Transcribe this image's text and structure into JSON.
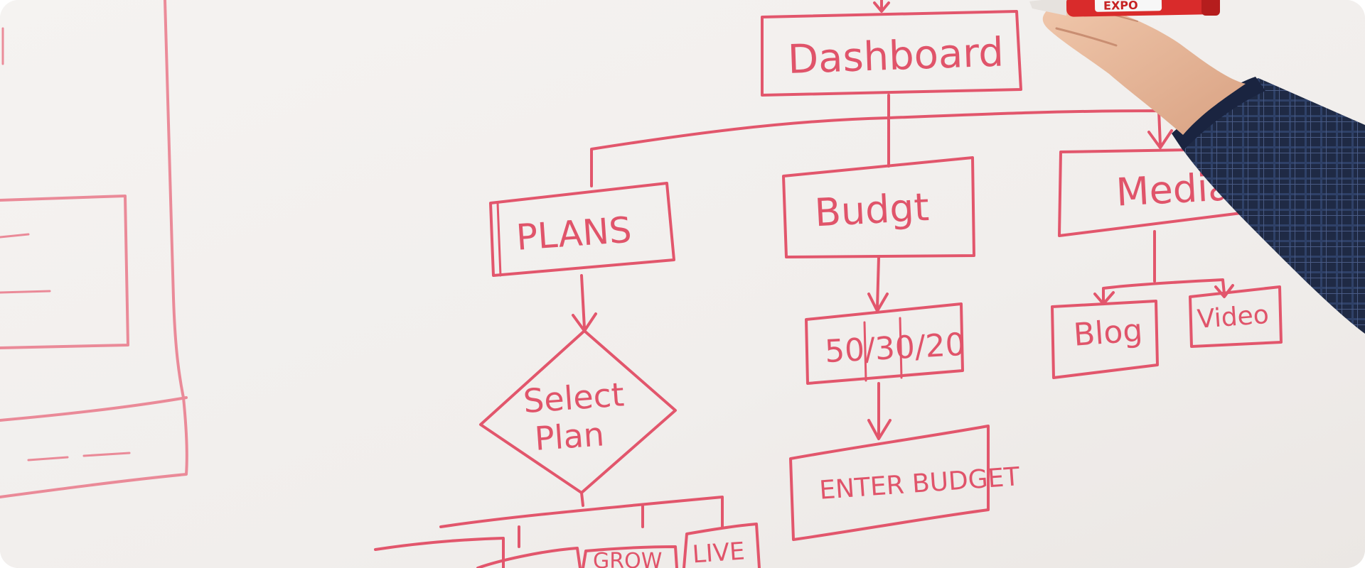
{
  "whiteboard": {
    "ink_color": "#e2566c",
    "background_color": "#f2efed",
    "flowchart": {
      "root": "Dashboard",
      "branches": {
        "plans": "PLANS",
        "budget": "Budgt",
        "media": "Media"
      },
      "decision": "Select Plan",
      "decision_line_1": "Select",
      "decision_line_2": "Plan",
      "budget_rule": "50/30/20",
      "enter_budget": "ENTER BUDGET",
      "media_children": [
        "Blog",
        "Video"
      ],
      "plan_options_visible": [
        "GROW",
        "LIVE"
      ]
    }
  },
  "marker": {
    "brand_text": "EXPO",
    "barrel_color": "#d92b2b"
  },
  "person": {
    "sleeve_color": "#23304f",
    "skin_color": "#e8b89a"
  }
}
